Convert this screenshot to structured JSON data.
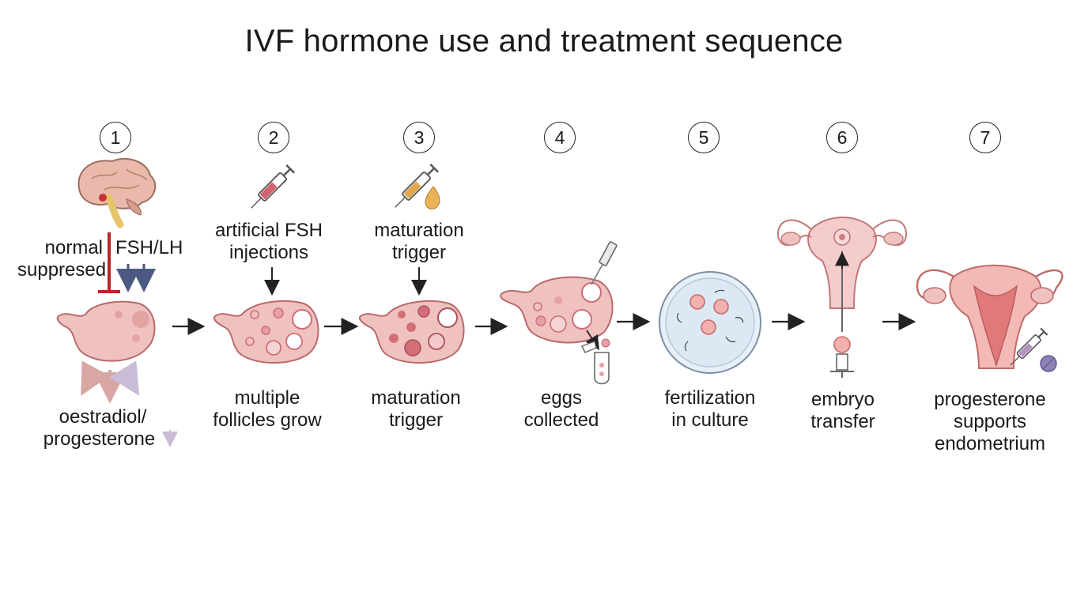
{
  "title": "IVF hormone use and treatment sequence",
  "steps": [
    {
      "number": "1",
      "top_label": [
        "normal",
        "suppresed"
      ],
      "hormone_label": "FSH/LH",
      "bottom_label": [
        "oestradiol/",
        "progesterone"
      ],
      "bottom_arrow": "↓"
    },
    {
      "number": "2",
      "top_label": [
        "artificial FSH",
        "injections"
      ],
      "bottom_label": [
        "multiple",
        "follicles grow"
      ]
    },
    {
      "number": "3",
      "top_label": [
        "maturation",
        "trigger"
      ],
      "bottom_label": [
        "maturation",
        "trigger"
      ]
    },
    {
      "number": "4",
      "bottom_label": [
        "eggs",
        "collected"
      ]
    },
    {
      "number": "5",
      "bottom_label": [
        "fertilization",
        "in culture"
      ]
    },
    {
      "number": "6",
      "bottom_label": [
        "embryo",
        "transfer"
      ]
    },
    {
      "number": "7",
      "bottom_label": [
        "progesterone",
        "supports",
        "endometrium"
      ]
    }
  ],
  "colors": {
    "ovary_fill": "#f0c2bf",
    "ovary_stroke": "#b96a6a",
    "follicle": "#cc6f76",
    "suppress_red": "#b3262b",
    "hormone_arrow": "#4a5a80",
    "syringe_red": "#d0636f",
    "syringe_gold": "#e1a74f",
    "dish": "#dce9f5",
    "pill": "#8e82b4"
  },
  "icons": [
    "brain-icon",
    "syringe-icon",
    "drop-icon",
    "needle-icon",
    "test-tube-icon",
    "petri-dish-icon",
    "uterus-icon",
    "catheter-icon",
    "pill-icon",
    "arrow-right-icon"
  ]
}
